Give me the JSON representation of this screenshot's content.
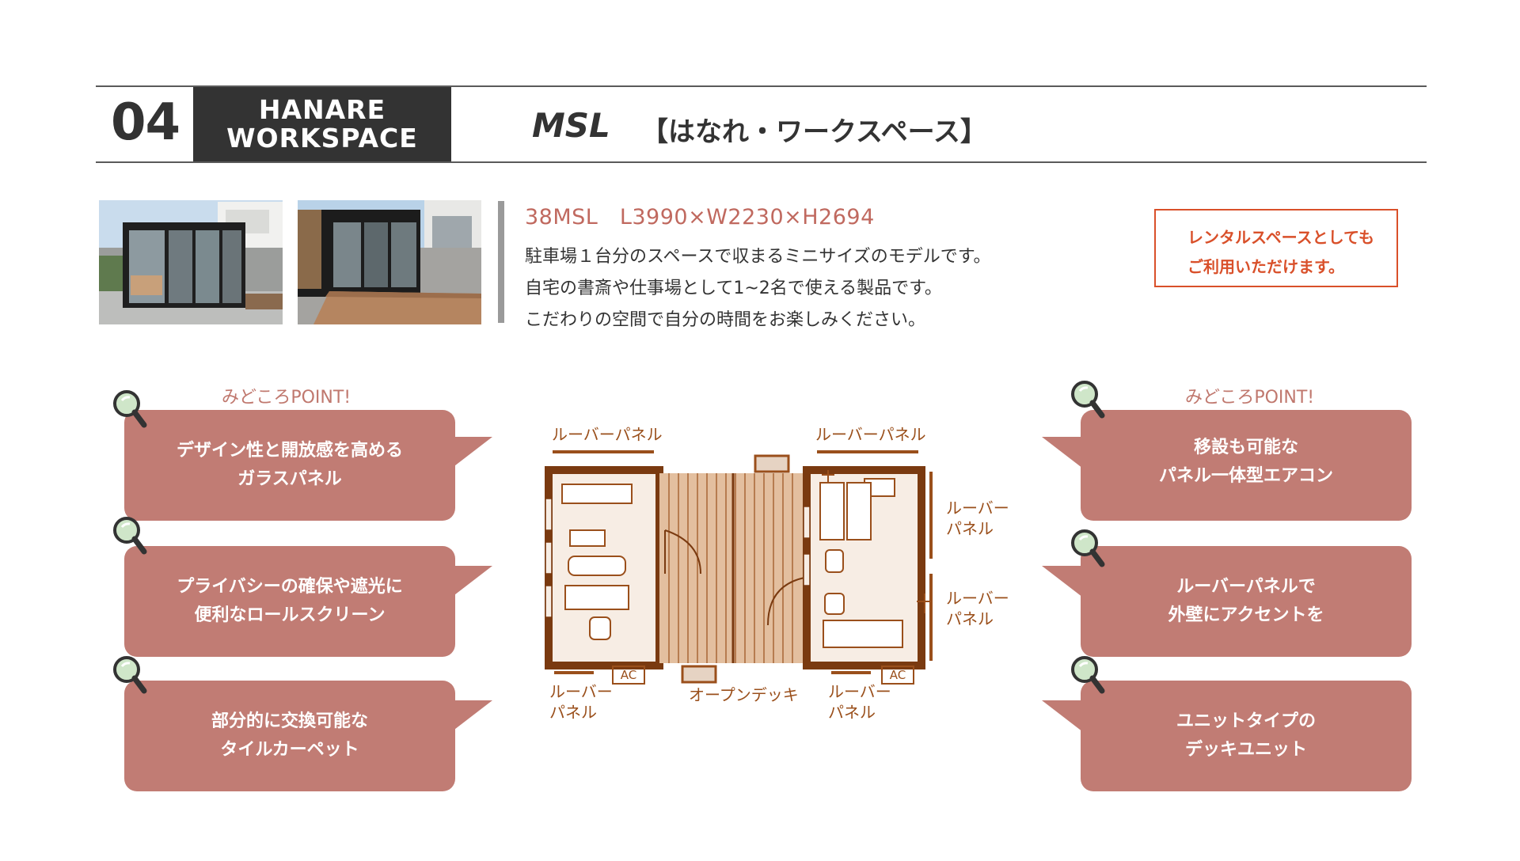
{
  "header": {
    "number": "04",
    "category_line1": "HANARE",
    "category_line2": "WORKSPACE",
    "model": "MSL",
    "subtitle": "【はなれ・ワークスペース】"
  },
  "product": {
    "spec": "38MSL　L3990×W2230×H2694",
    "description": [
      "駐車場１台分のスペースで収まるミニサイズのモデルです。",
      "自宅の書斎や仕事場として1~2名で使える製品です。",
      "こだわりの空間で自分の時間をお楽しみください。"
    ],
    "rental_note_line1": "レンタルスペースとしても",
    "rental_note_line2": "ご利用いただけます。"
  },
  "points_left": {
    "heading": "みどころPOINT!",
    "items": [
      {
        "line1": "デザイン性と開放感を高める",
        "line2": "ガラスパネル"
      },
      {
        "line1": "プライバシーの確保や遮光に",
        "line2": "便利なロールスクリーン"
      },
      {
        "line1": "部分的に交換可能な",
        "line2": "タイルカーペット"
      }
    ]
  },
  "points_right": {
    "heading": "みどころPOINT!",
    "items": [
      {
        "line1": "移設も可能な",
        "line2": "パネル一体型エアコン"
      },
      {
        "line1": "ルーバーパネルで",
        "line2": "外壁にアクセントを"
      },
      {
        "line1": "ユニットタイプの",
        "line2": "デッキユニット"
      }
    ]
  },
  "floor_plan": {
    "louver_top_left": "ルーバーパネル",
    "louver_top_right": "ルーバーパネル",
    "louver_right_upper_1": "ルーバー",
    "louver_right_upper_2": "パネル",
    "louver_right_lower_1": "ルーバー",
    "louver_right_lower_2": "パネル",
    "louver_bottom_left_1": "ルーバー",
    "louver_bottom_left_2": "パネル",
    "louver_bottom_right_1": "ルーバー",
    "louver_bottom_right_2": "パネル",
    "ac_left": "AC",
    "ac_right": "AC",
    "open_deck": "オープンデッキ"
  },
  "colors": {
    "accent": "#c17c74",
    "rental_border": "#d9502a",
    "plan_brown": "#9a4f1b",
    "header_dark": "#333333"
  }
}
